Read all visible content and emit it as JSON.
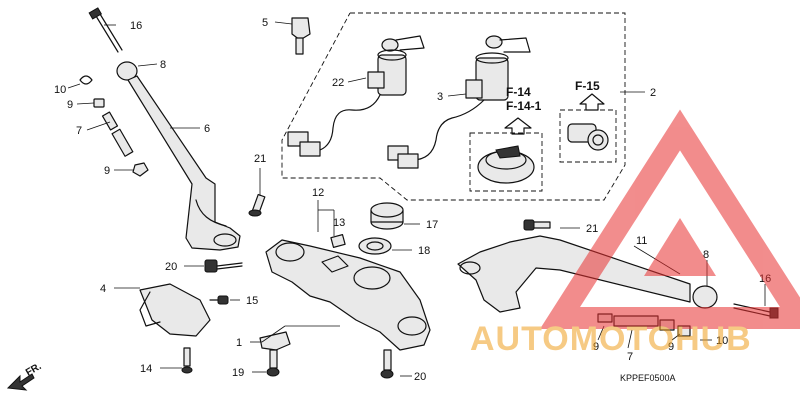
{
  "diagram_code": "KPPEF0500A",
  "front_indicator": "FR.",
  "callouts": {
    "c1": "1",
    "c2": "2",
    "c3": "3",
    "c4": "4",
    "c5": "5",
    "c6": "6",
    "c7": "7",
    "c7b": "7",
    "c8": "8",
    "c8b": "8",
    "c9a": "9",
    "c9b": "9",
    "c9c": "9",
    "c9d": "9",
    "c10": "10",
    "c10b": "10",
    "c11": "11",
    "c12": "12",
    "c13": "13",
    "c14": "14",
    "c15": "15",
    "c16": "16",
    "c16b": "16",
    "c17": "17",
    "c18": "18",
    "c19": "19",
    "c20": "20",
    "c20b": "20",
    "c21": "21",
    "c21b": "21",
    "c22": "22"
  },
  "ref_labels": {
    "f14": "F-14",
    "f14_1": "F-14-1",
    "f15": "F-15"
  },
  "watermark": {
    "brand": "AUTOMOTOHUB",
    "color_red": "#e83030",
    "color_orange": "#f0a020"
  }
}
